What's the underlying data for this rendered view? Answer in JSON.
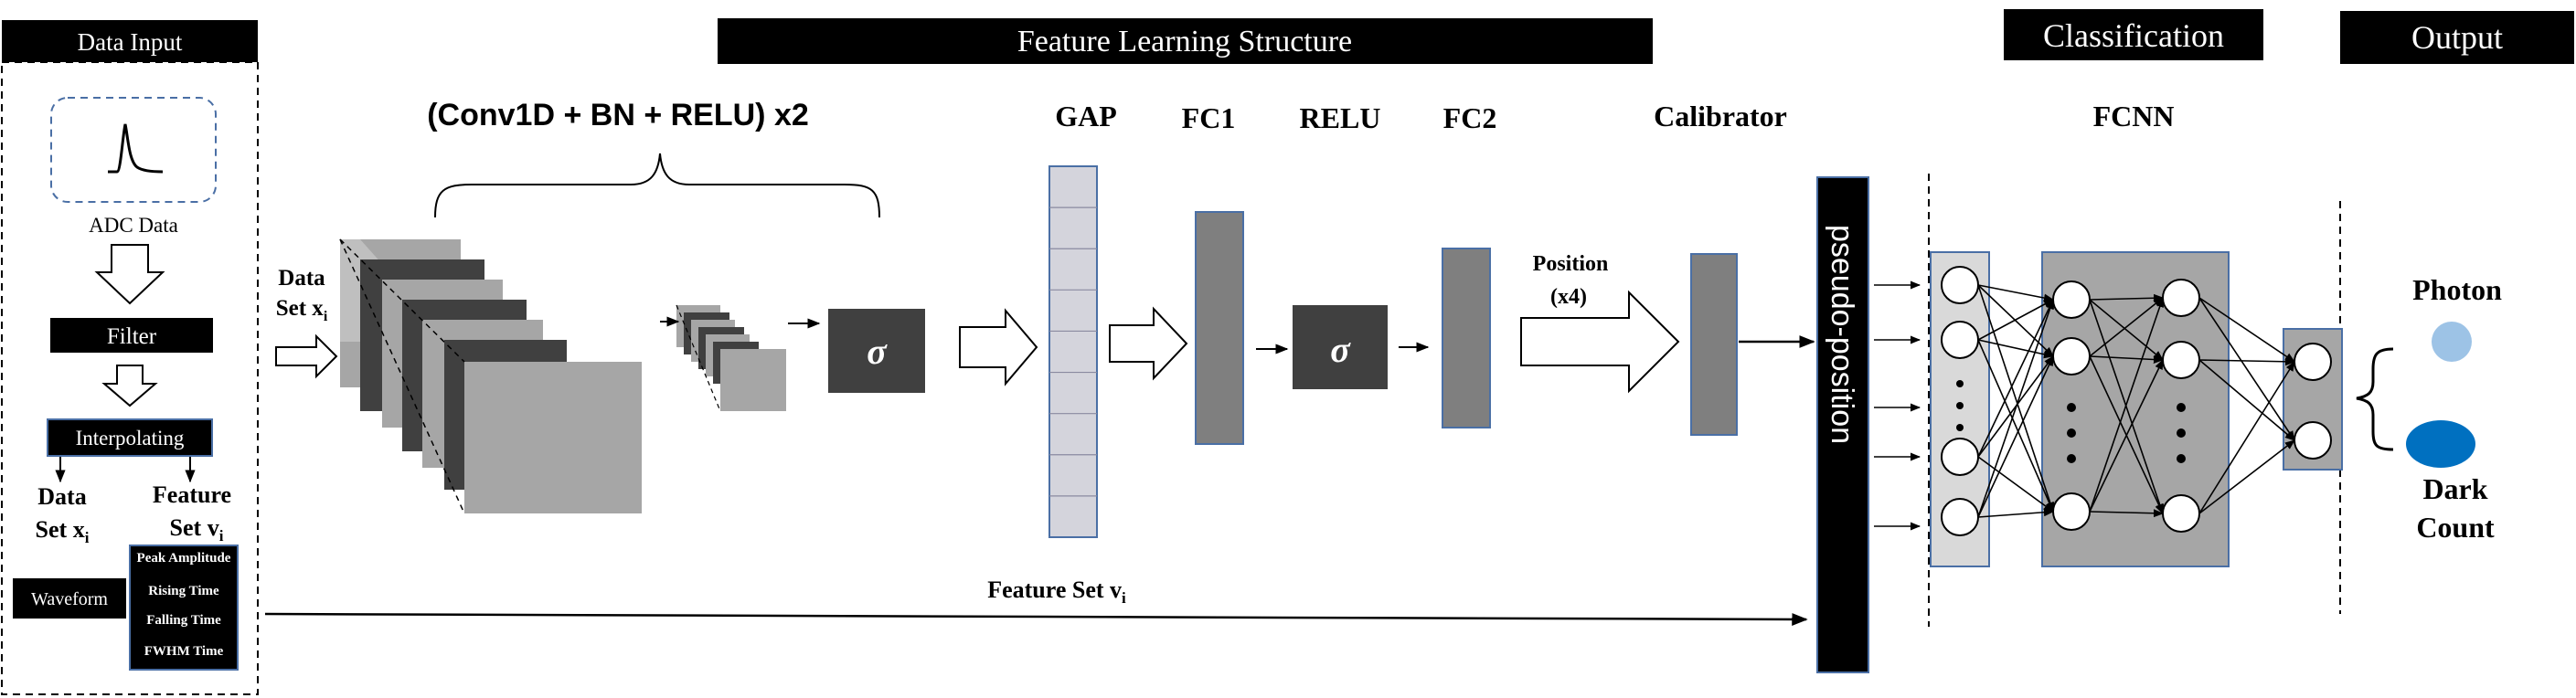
{
  "headers": {
    "data_input": "Data Input",
    "feature_learning": "Feature Learning Structure",
    "classification": "Classification",
    "output": "Output"
  },
  "input_panel": {
    "adc_label": "ADC Data",
    "filter": "Filter",
    "interpolating": "Interpolating",
    "data_set_line1": "Data",
    "data_set_line2": "Set x",
    "data_set_sub": "i",
    "feature_set_line1": "Feature",
    "feature_set_line2": "Set v",
    "feature_set_sub": "i",
    "waveform": "Waveform",
    "features": [
      "Peak Amplitude",
      "Rising Time",
      "Falling Time",
      "FWHM Time"
    ]
  },
  "feature_learning": {
    "conv_title": "(Conv1D + BN + RELU) x2",
    "data_set_line1": "Data",
    "data_set_line2": "Set x",
    "data_set_sub": "i",
    "sigma": "σ",
    "gap": "GAP",
    "fc1": "FC1",
    "relu": "RELU",
    "fc2": "FC2",
    "position_line1": "Position",
    "position_line2": "(x4)",
    "calibrator": "Calibrator",
    "feature_set_line": "Feature Set v",
    "feature_set_sub": "i",
    "pseudo_position": "pseudo-position"
  },
  "classification": {
    "fcnn": "FCNN"
  },
  "output": {
    "photon": "Photon",
    "dark_line1": "Dark",
    "dark_line2": "Count"
  },
  "colors": {
    "black": "#000000",
    "dark_gray": "#404040",
    "mid_gray": "#7f7f7f",
    "light_gray": "#a6a6a6",
    "pale_gray": "#d9d9d9",
    "gap_fill": "#d4d4dc",
    "node_border_blue": "#4a6fa5",
    "photon_blue": "#9dc3e6",
    "dark_count_blue": "#0070c0"
  }
}
